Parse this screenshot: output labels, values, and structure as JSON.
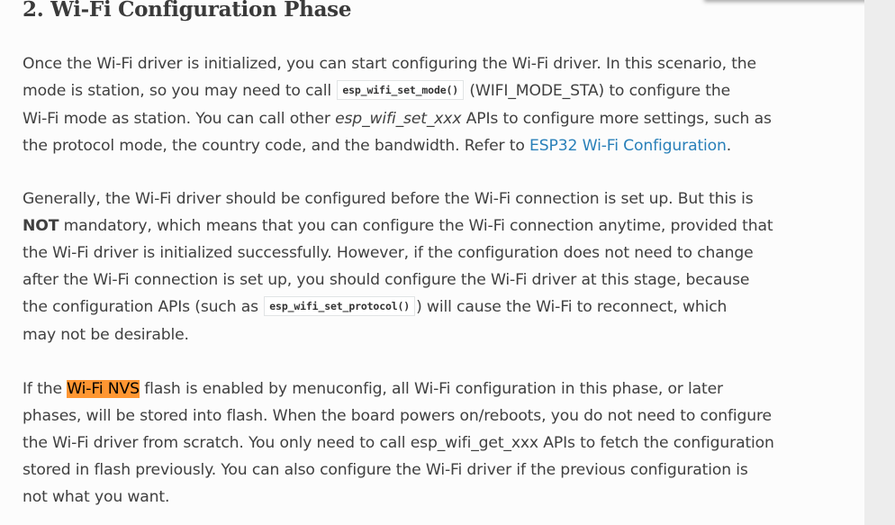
{
  "section": {
    "title": "2. Wi-Fi Configuration Phase"
  },
  "paragraphs": {
    "p1": {
      "l1": "Once the Wi-Fi driver is initialized, you can start configuring the Wi-Fi driver. In this scenario, the",
      "l2_pre": "mode is station, so you may need to call ",
      "l2_code": "esp_wifi_set_mode()",
      "l2_post": " (WIFI_MODE_STA) to configure the",
      "l3_pre": "Wi-Fi mode as station. You can call other ",
      "l3_em": "esp_wifi_set_xxx",
      "l3_post": " APIs to configure more settings, such as",
      "l4_pre": "the protocol mode, the country code, and the bandwidth. Refer to ",
      "l4_link": "ESP32 Wi-Fi Configuration",
      "l4_post": "."
    },
    "p2": {
      "l1": "Generally, the Wi-Fi driver should be configured before the Wi-Fi connection is set up. But this is",
      "l2_strong": "NOT",
      "l2_post": " mandatory, which means that you can configure the Wi-Fi connection anytime, provided that",
      "l3": "the Wi-Fi driver is initialized successfully. However, if the configuration does not need to change",
      "l4": "after the Wi-Fi connection is set up, you should configure the Wi-Fi driver at this stage, because",
      "l5_pre": "the configuration APIs (such as ",
      "l5_code": "esp_wifi_set_protocol()",
      "l5_post": ") will cause the Wi-Fi to reconnect, which",
      "l6": "may not be desirable."
    },
    "p3": {
      "l1_pre": "If the ",
      "l1_mark": "Wi-Fi NVS",
      "l1_post": " flash is enabled by menuconfig, all Wi-Fi configuration in this phase, or later",
      "l2": "phases, will be stored into flash. When the board powers on/reboots, you do not need to configure",
      "l3": "the Wi-Fi driver from scratch. You only need to call esp_wifi_get_xxx APIs to fetch the configuration",
      "l4": "stored in flash previously. You can also configure the Wi-Fi driver if the previous configuration is",
      "l5": "not what you want."
    }
  },
  "colors": {
    "text": "#404040",
    "link": "#2980b9",
    "highlight": "#ff9632",
    "background": "#fcfcfc",
    "sidebar": "#ededed"
  }
}
